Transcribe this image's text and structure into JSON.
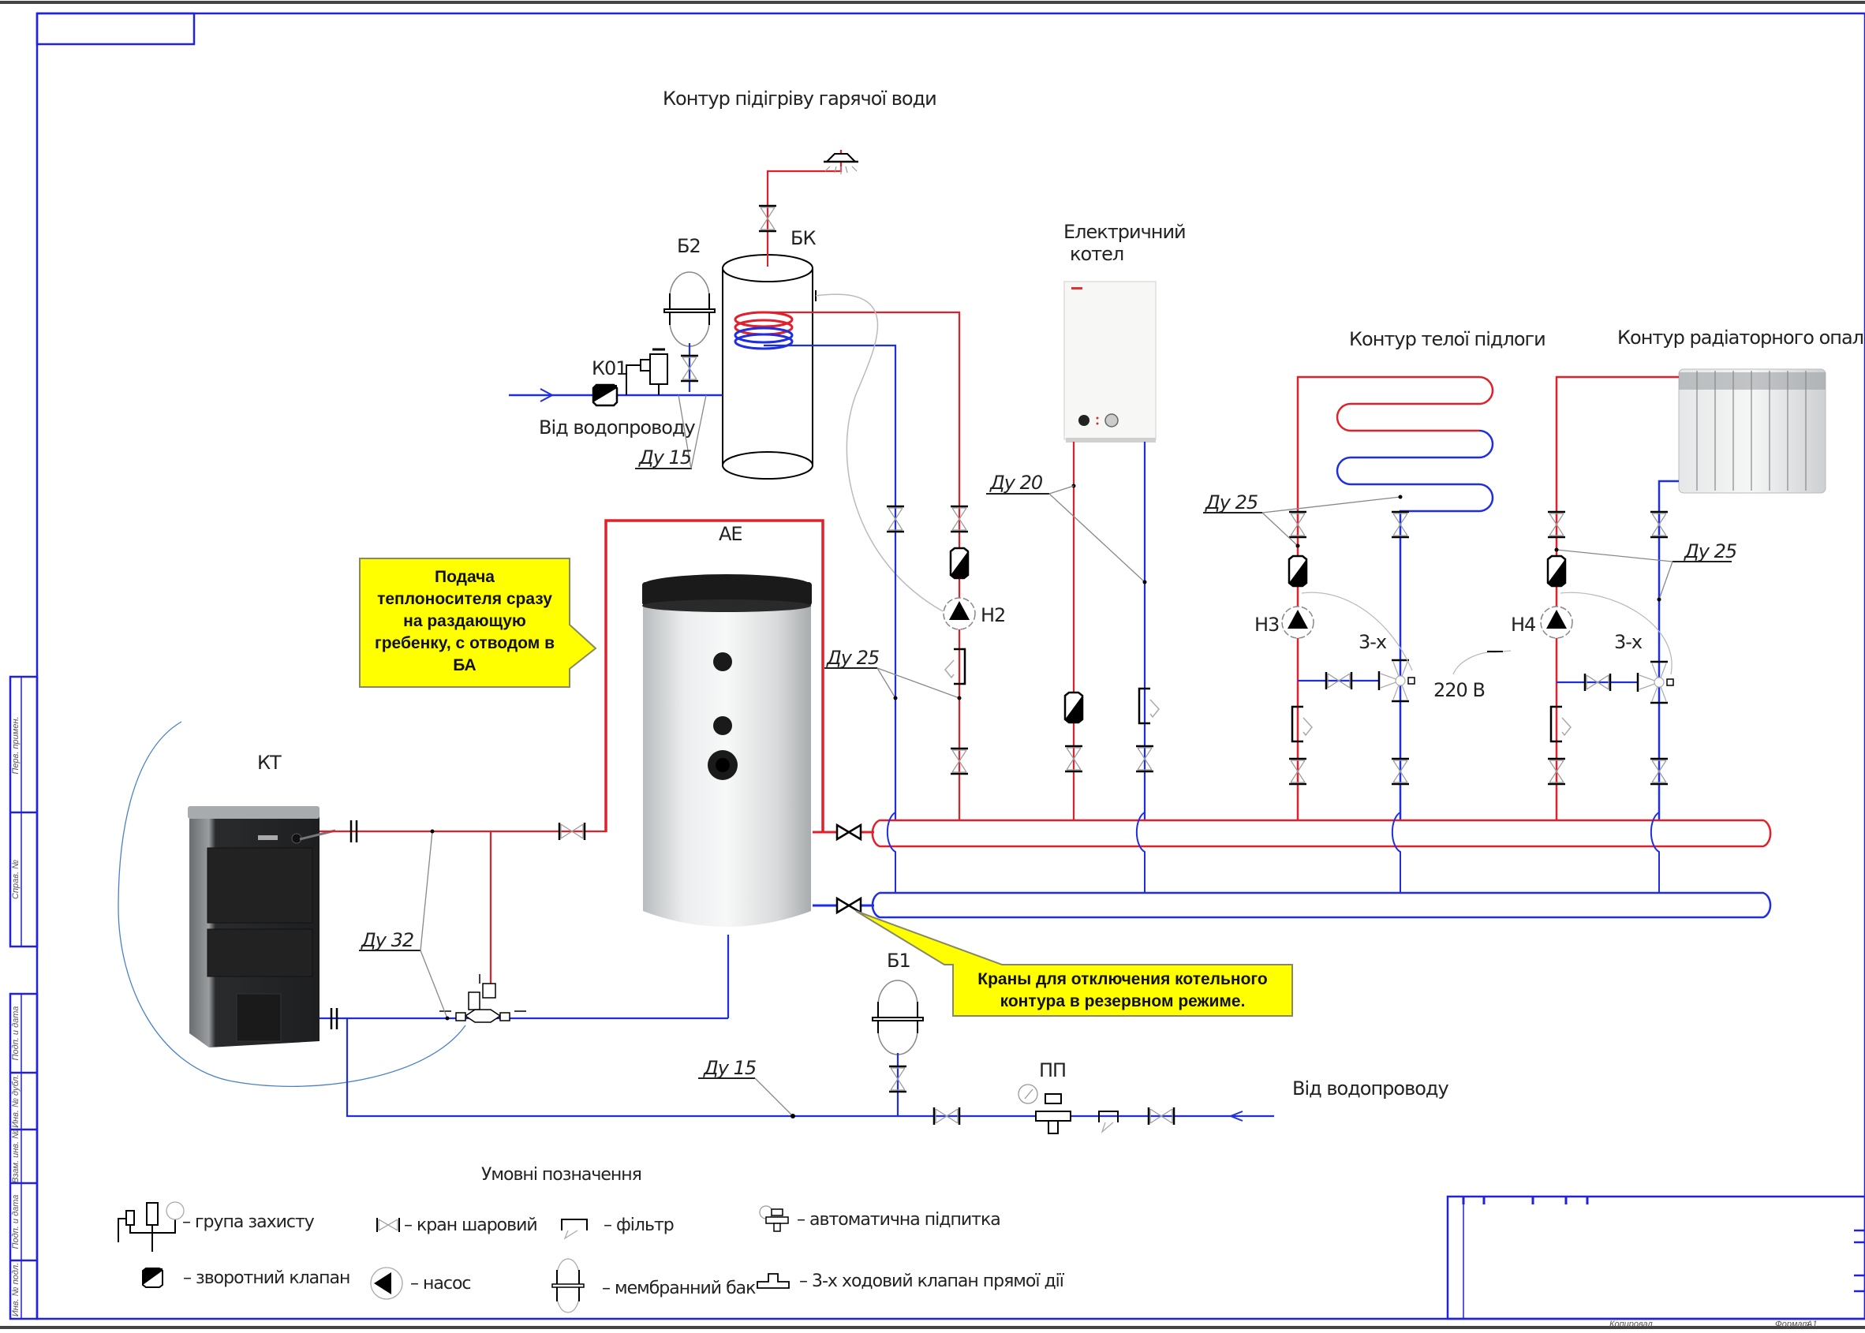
{
  "title": "Схема обв'язки котельні",
  "colors": {
    "supply": "#e0202a",
    "return": "#1f2fe0",
    "frame": "#2222dd",
    "callout_fill": "#ffff00",
    "callout_border": "#888866",
    "leader": "#888888"
  },
  "labels": {
    "dhw_circuit": "Контур підігріву гарячої води",
    "bk": "БК",
    "b2": "Б2",
    "k01": "К01",
    "from_water_supply_top": "Від водопроводу",
    "du15_top": "Ду 15",
    "electric_boiler_line1": "Електричний",
    "electric_boiler_line2": "котел",
    "floor_heating_circuit": "Контур телої підлоги",
    "radiator_circuit": "Контур радіаторного опалення",
    "du20": "Ду 20",
    "du25_floor": "Ду 25",
    "du25_rad": "Ду 25",
    "du25_h2": "Ду 25",
    "h2": "Н2",
    "h3": "Н3",
    "h4": "Н4",
    "three_way_1": "3-х",
    "three_way_2": "3-х",
    "v220": "220 В",
    "ae": "АЕ",
    "kt": "КТ",
    "du32": "Ду 32",
    "b1": "Б1",
    "pp": "ПП",
    "du15_bottom": "Ду 15",
    "from_water_supply_bottom": "Від водопроводу"
  },
  "callouts": [
    {
      "lines": [
        "Подача",
        "теплоносителя сразу",
        "на раздающую",
        "гребенку, с отводом в",
        "БА"
      ]
    },
    {
      "lines": [
        "Краны для отключения котельного",
        "контура в резервном режиме."
      ]
    }
  ],
  "legend": {
    "title": "Умовні позначення",
    "items": [
      {
        "icon": "safety-group-icon",
        "label": "– група захисту"
      },
      {
        "icon": "ball-valve-icon",
        "label": "– кран шаровий"
      },
      {
        "icon": "filter-icon",
        "label": "– фільтр"
      },
      {
        "icon": "auto-fill-icon",
        "label": "– автоматична підпитка"
      },
      {
        "icon": "check-valve-icon",
        "label": "– зворотний клапан"
      },
      {
        "icon": "pump-icon",
        "label": "– насос"
      },
      {
        "icon": "membrane-tank-icon",
        "label": "– мембранний бак"
      },
      {
        "icon": "three-way-valve-icon",
        "label": "– 3-х ходовий клапан прямої дії"
      }
    ]
  },
  "frame": {
    "side_stamps": [
      "Перв. примен.",
      "Справ. №",
      "Подп. и дата",
      "Инв. № дубл.",
      "Взам. инв. №",
      "Подп. и дата",
      "Инв. № подл."
    ],
    "bottom_stamps": [
      "Копировал",
      "Формат",
      "А1"
    ]
  }
}
